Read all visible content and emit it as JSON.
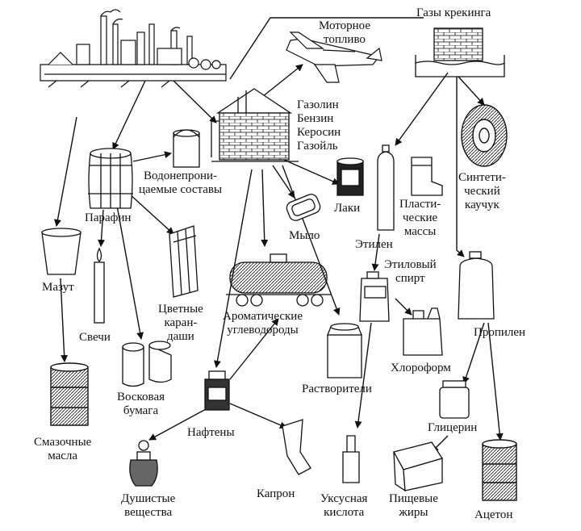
{
  "labels": {
    "motor_fuel": "Моторное\nтопливо",
    "cracking_gases": "Газы крекинга",
    "fractions": "Газолин\nБензин\nКеросин\nГазойль",
    "waterproof": "Водонепрони-\nцаемые составы",
    "paraffin": "Парафин",
    "mazut": "Мазут",
    "lubricating_oils": "Смазочные\nмасла",
    "candles": "Свечи",
    "wax_paper": "Восковая\nбумага",
    "pencils": "Цветные\nкаран-\nдаши",
    "soap": "Мыло",
    "lacquers": "Лаки",
    "plastics": "Пласти-\nческие\nмассы",
    "synthetic_rubber": "Синтети-\nческий\nкаучук",
    "ethylene": "Этилен",
    "ethyl_alcohol": "Этиловый\nспирт",
    "aromatic": "Ароматические\nуглеводороды",
    "solvents": "Растворители",
    "chloroform": "Хлороформ",
    "propylene": "Пропилен",
    "glycerin": "Глицерин",
    "naphthenes": "Нафтены",
    "perfumes": "Душистые\nвещества",
    "kapron": "Капрон",
    "acetic_acid": "Уксусная\nкислота",
    "food_fats": "Пищевые\nжиры",
    "acetone": "Ацетон"
  },
  "icons": [
    "refinery-icon",
    "airplane-icon",
    "distillation-tower-icon",
    "cracking-tank-icon",
    "tire-icon",
    "paint-can-icon",
    "barrel-icon",
    "cup-icon",
    "candle-icon",
    "paper-rolls-icon",
    "pencils-icon",
    "soap-icon",
    "lacquer-can-icon",
    "spray-bottle-icon",
    "boot-icon",
    "tank-car-icon",
    "jug-icon",
    "canister-icon",
    "milk-can-icon",
    "medicine-bottle-icon",
    "jar-icon",
    "oil-drum-icon",
    "perfume-bottle-icon",
    "stocking-icon",
    "acid-bottle-icon",
    "food-box-icon",
    "acetone-drum-icon"
  ]
}
